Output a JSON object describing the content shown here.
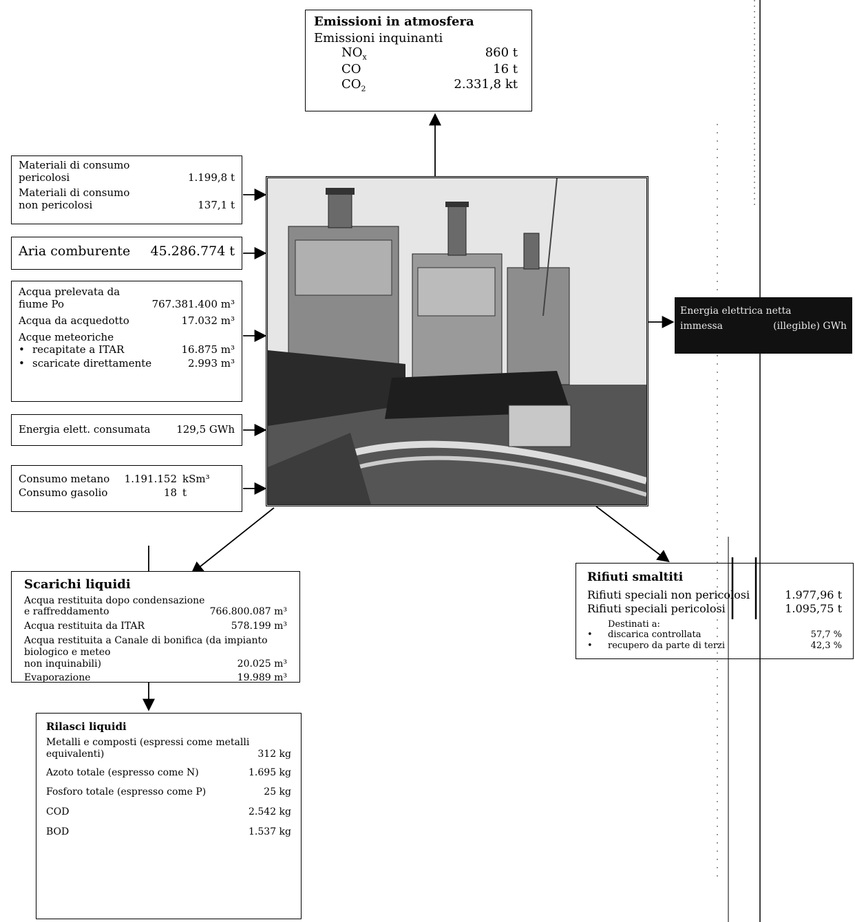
{
  "emissions": {
    "title": "Emissioni in atmosfera",
    "subtitle": "Emissioni inquinanti",
    "rows": [
      {
        "label": "NOx",
        "value": "860 t"
      },
      {
        "label": "CO",
        "value": "16 t"
      },
      {
        "label": "CO2",
        "value": "2.331,8 kt"
      }
    ]
  },
  "materials": {
    "rows": [
      {
        "label1": "Materiali di consumo",
        "label2": "pericolosi",
        "value": "1.199,8 t"
      },
      {
        "label1": "Materiali di consumo",
        "label2": "non pericolosi",
        "value": "137,1 t"
      }
    ]
  },
  "air": {
    "label": "Aria comburente",
    "value": "45.286.774 t"
  },
  "water": {
    "river_label1": "Acqua prelevata da",
    "river_label2": "fiume Po",
    "river_value": "767.381.400 m³",
    "aqueduct_label": "Acqua da acquedotto",
    "aqueduct_value": "17.032 m³",
    "rain_label": "Acque meteoriche",
    "rain_items": [
      {
        "label": "recapitate a ITAR",
        "value": "16.875 m³"
      },
      {
        "label": "scaricate direttamente",
        "value": "2.993 m³"
      }
    ]
  },
  "energy": {
    "label": "Energia elett. consumata",
    "value": "129,5 GWh"
  },
  "fuel": {
    "rows": [
      {
        "label": "Consumo metano",
        "value": "1.191.152",
        "unit": "kSm³"
      },
      {
        "label": "Consumo gasolio",
        "value": "18",
        "unit": "t"
      }
    ]
  },
  "output_energy": {
    "line1": "Energia elettrica netta",
    "line2": "immessa",
    "value": "(illegible) GWh"
  },
  "discharges": {
    "title": "Scarichi liquidi",
    "rows": [
      {
        "label1": "Acqua restituita dopo condensazione",
        "label2": "e raffreddamento",
        "value": "766.800.087 m³"
      },
      {
        "label1": "Acqua restituita da ITAR",
        "label2": "",
        "value": "578.199 m³"
      },
      {
        "label1": "Acqua restituita a Canale di bonifica (da impianto biologico e meteo",
        "label2": "non inquinabili)",
        "value": "20.025 m³"
      },
      {
        "label1": "Evaporazione",
        "label2": "",
        "value": "19.989 m³"
      }
    ]
  },
  "releases": {
    "title": "Rilasci liquidi",
    "metals_label1": "Metalli e composti (espressi come metalli",
    "metals_label2": "equivalenti)",
    "metals_value": "312 kg",
    "rows": [
      {
        "label": "Azoto totale (espresso come N)",
        "value": "1.695 kg"
      },
      {
        "label": "Fosforo totale (espresso come P)",
        "value": "25 kg"
      },
      {
        "label": "COD",
        "value": "2.542 kg"
      },
      {
        "label": "BOD",
        "value": "1.537 kg"
      }
    ]
  },
  "waste": {
    "title": "Rifiuti smaltiti",
    "rows": [
      {
        "label": "Rifiuti speciali non pericolosi",
        "value": "1.977,96 t"
      },
      {
        "label": "Rifiuti speciali pericolosi",
        "value": "1.095,75 t"
      }
    ],
    "dest_label": "Destinati a:",
    "dest_items": [
      {
        "label": "discarica controllata",
        "value": "57,7 %"
      },
      {
        "label": "recupero da parte di terzi",
        "value": "42,3 %"
      }
    ]
  }
}
